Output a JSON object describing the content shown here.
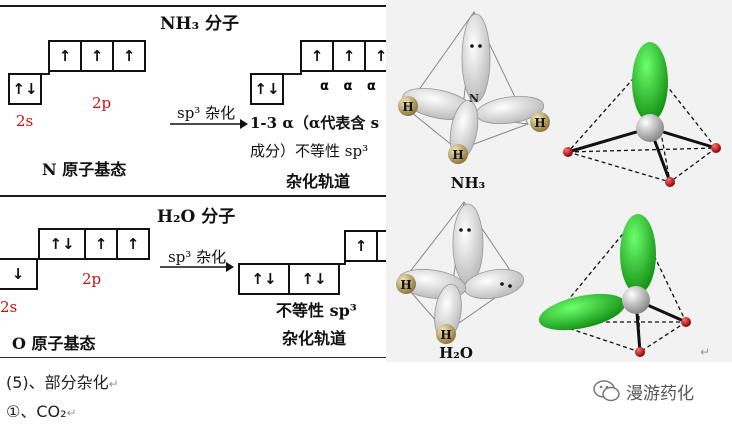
{
  "nh3": {
    "title": "NH₃ 分子",
    "ground_2s": [
      "↑↓"
    ],
    "ground_2p": [
      "↑",
      "↑",
      "↑"
    ],
    "label_2s": "2s",
    "label_2p": "2p",
    "ground_label": "N 原子基态",
    "arrow_label": "sp³ 杂化",
    "hyb_low": [
      "↑↓"
    ],
    "hyb_high": [
      "↑",
      "↑",
      "↑"
    ],
    "alphas": "α α α",
    "desc_line1": "1-3 α（α代表含 s",
    "desc_line2": "成分）不等性 sp³",
    "desc_line3": "杂化轨道"
  },
  "h2o": {
    "title": "H₂O 分子",
    "ground_2s": [
      "↓"
    ],
    "ground_2p": [
      "↑↓",
      "↑",
      "↑"
    ],
    "label_2s": "2s",
    "label_2p": "2p",
    "ground_label": "O 原子基态",
    "arrow_label": "sp³ 杂化",
    "hyb_low": [
      "↑↓",
      "↑↓"
    ],
    "hyb_high": [
      "↑",
      "↑"
    ],
    "desc_line1": "不等性 sp³",
    "desc_line2": "杂化轨道"
  },
  "models": {
    "nh3_label": "NH₃",
    "h2o_label": "H₂O",
    "atom_h": "H",
    "atom_n": "N"
  },
  "footer": {
    "section": "(5)、部分杂化",
    "item": "①、CO₂",
    "return_mark": "↵"
  },
  "watermark": {
    "text": "漫游药化",
    "icon": "wechat-icon"
  },
  "colors": {
    "lone_pair_lobe": "#1db41d",
    "vertex": "#c81010",
    "center": "#b9b9b9",
    "label_red": "#d01010"
  }
}
